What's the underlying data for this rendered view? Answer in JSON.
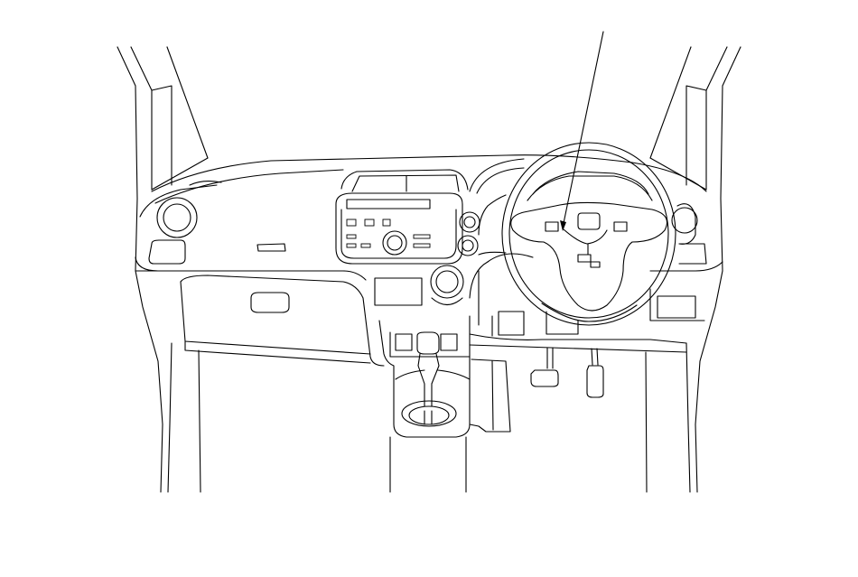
{
  "figure": {
    "kind": "line-drawing",
    "subject": "vehicle-interior-dashboard",
    "callout_count": 1,
    "colors": {
      "ink": "#000000",
      "background": "#ffffff"
    }
  }
}
